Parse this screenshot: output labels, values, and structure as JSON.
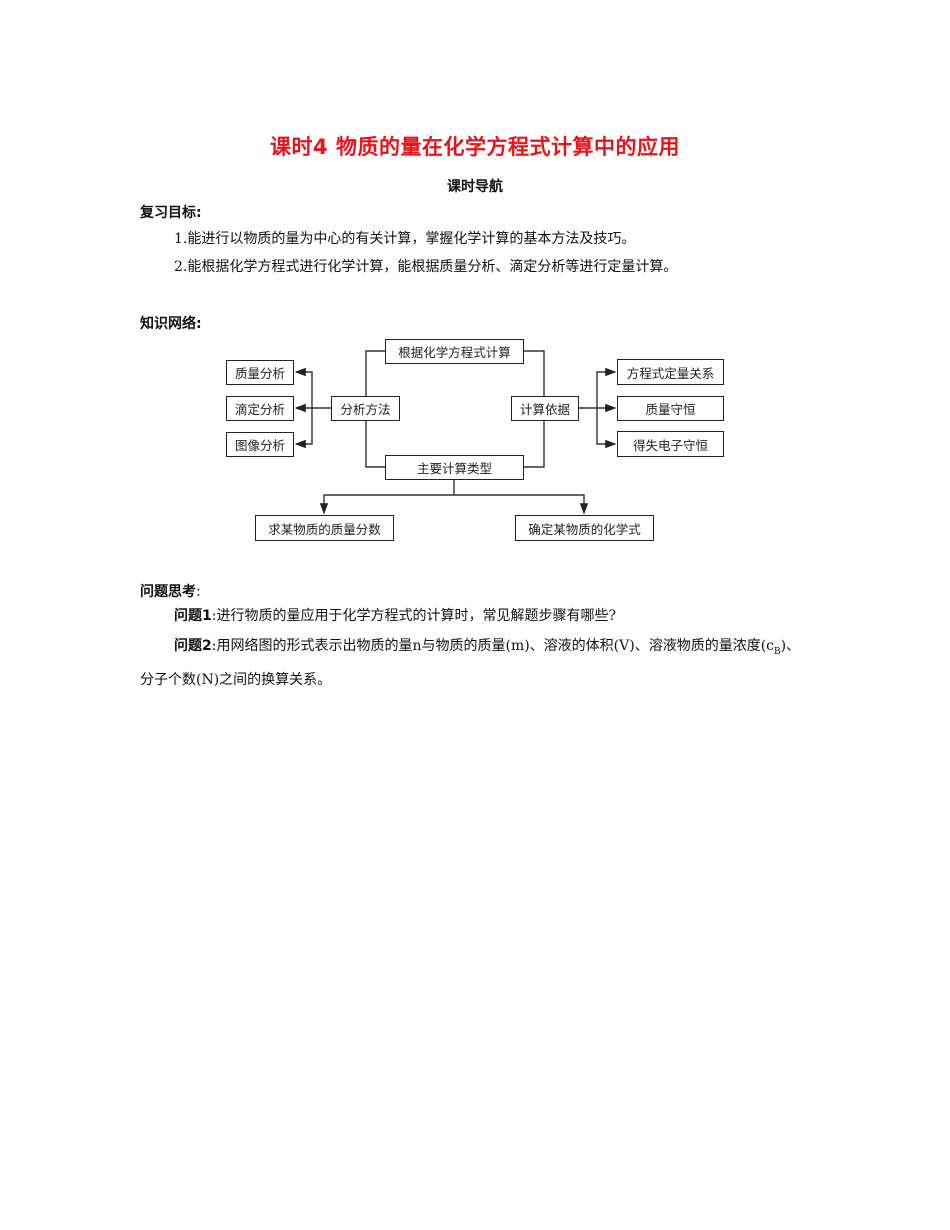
{
  "document": {
    "title": "课时4 物质的量在化学方程式计算中的应用",
    "subtitle": "课时导航",
    "review_goals": {
      "heading": "复习目标:",
      "items": [
        "1.能进行以物质的量为中心的有关计算，掌握化学计算的基本方法及技巧。",
        "2.能根据化学方程式进行化学计算，能根据质量分析、滴定分析等进行定量计算。"
      ]
    },
    "knowledge_network": {
      "heading": "知识网络:",
      "nodes": {
        "top": "根据化学方程式计算",
        "analysis_method": "分析方法",
        "calc_basis": "计算依据",
        "main_types": "主要计算类型",
        "mass_analysis": "质量分析",
        "titration_analysis": "滴定分析",
        "image_analysis": "图像分析",
        "equation_relation": "方程式定量关系",
        "mass_conservation": "质量守恒",
        "electron_conservation": "得失电子守恒",
        "mass_fraction": "求某物质的质量分数",
        "chemical_formula": "确定某物质的化学式"
      }
    },
    "questions": {
      "heading": "问题思考",
      "heading_colon": ":",
      "q1_label": "问题1",
      "q1_text": ":进行物质的量应用于化学方程式的计算时，常见解题步骤有哪些?",
      "q2_label": "问题2",
      "q2_text_a": ":用网络图的形式表示出物质的量n与物质的质量(m)、溶液的体积(V)、溶液物质的量浓度(c",
      "q2_sub": "B",
      "q2_text_b": ")、分子个数(N)之间的换算关系。"
    }
  }
}
